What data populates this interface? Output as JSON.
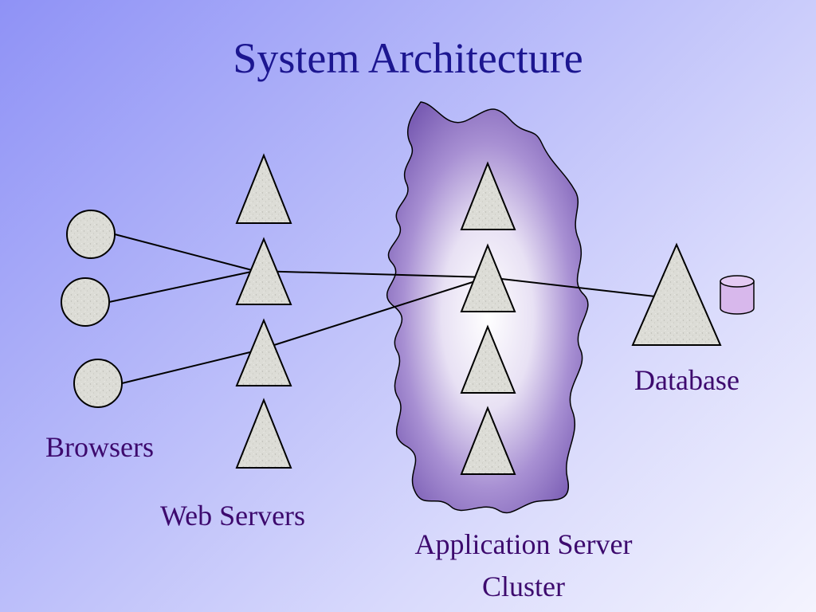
{
  "title": "System Architecture",
  "labels": {
    "browsers": "Browsers",
    "web_servers": "Web Servers",
    "app_cluster_line1": "Application Server",
    "app_cluster_line2": "Cluster",
    "database": "Database"
  },
  "nodes": {
    "browsers": 3,
    "web_servers": 4,
    "app_servers": 4,
    "database_servers": 1
  },
  "colors": {
    "title_text": "#1c1690",
    "label_text": "#3d0a6e",
    "cluster_edge": "#7a5db4",
    "cluster_center": "#ffffff",
    "node_fill": "#dcdcd6",
    "cylinder_fill": "#d8b8ec"
  },
  "icons": [
    "browser-circle-icon",
    "server-triangle-icon",
    "database-cylinder-icon",
    "cluster-cloud-icon"
  ]
}
